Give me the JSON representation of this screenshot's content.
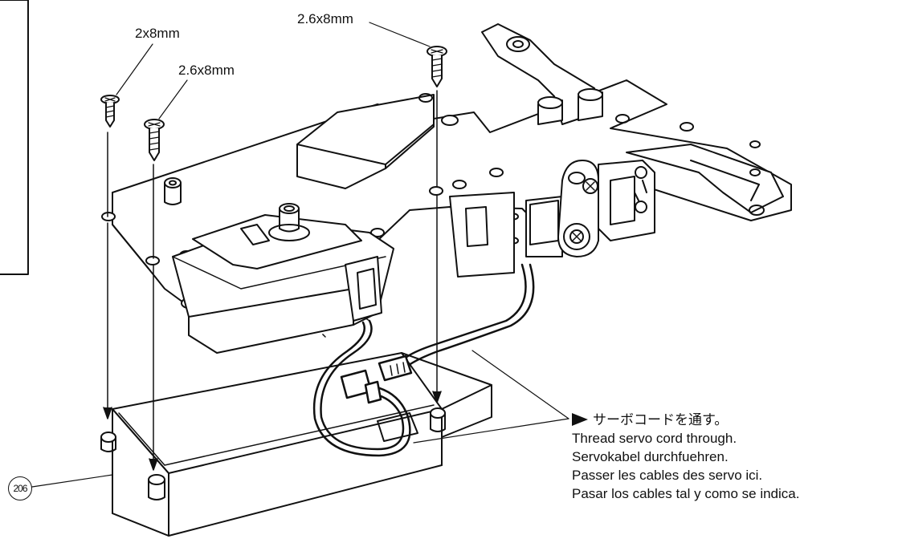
{
  "screws": {
    "screw_left": "2x8mm",
    "screw_mid": "2.6x8mm",
    "screw_top": "2.6x8mm"
  },
  "part_number": "206",
  "instruction": {
    "jp": "サーボコードを通す。",
    "en": "Thread servo cord through.",
    "de": "Servokabel durchfuehren.",
    "fr": "Passer les cables des servo ici.",
    "es": "Pasar los cables tal y como se indica."
  },
  "colors": {
    "line": "#111111",
    "background": "#ffffff"
  }
}
